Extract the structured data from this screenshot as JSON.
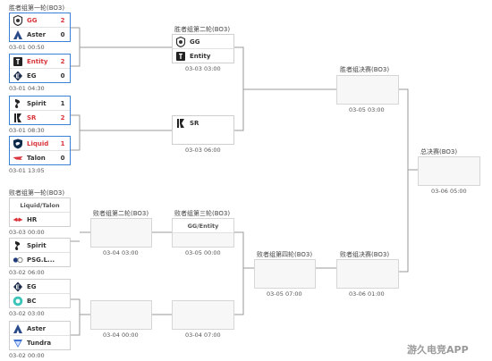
{
  "sections": {
    "upper_r1": "胜者组第一轮(BO3)",
    "upper_r2": "胜者组第二轮(BO3)",
    "upper_final": "胜者组决赛(BO3)",
    "grand_final": "总决赛(BO3)",
    "lower_r1": "败者组第一轮(BO3)",
    "lower_r2": "败者组第二轮(BO3)",
    "lower_r3": "败者组第三轮(BO3)",
    "lower_r4": "败者组第四轮(BO3)",
    "lower_final": "败者组决赛(BO3)"
  },
  "upper_r1": [
    {
      "t1": "GG",
      "s1": "2",
      "t2": "Aster",
      "s2": "0",
      "time": "03-01 00:50"
    },
    {
      "t1": "Entity",
      "s1": "2",
      "t2": "EG",
      "s2": "0",
      "time": "03-01 04:30"
    },
    {
      "t1": "Spirit",
      "s1": "1",
      "t2": "SR",
      "s2": "2",
      "time": "03-01 08:30"
    },
    {
      "t1": "Liquid",
      "s1": "1",
      "t2": "Talon",
      "s2": "0",
      "time": "03-01 13:05"
    }
  ],
  "upper_r2": [
    {
      "t1": "GG",
      "t2": "Entity",
      "time": "03-03 03:00"
    },
    {
      "t1": "SR",
      "time": "03-03 06:00"
    }
  ],
  "upper_final": {
    "time": "03-05 03:00"
  },
  "grand_final": {
    "time": "03-06 05:00"
  },
  "lower_r1": [
    {
      "header": "Liquid/Talon",
      "t2": "HR",
      "time": "03-03 00:00"
    },
    {
      "t1": "Spirit",
      "t2": "PSG.L...",
      "time": "03-02 06:00"
    },
    {
      "t1": "EG",
      "t2": "BC",
      "time": "03-02 03:00"
    },
    {
      "t1": "Aster",
      "t2": "Tundra",
      "time": "03-02 00:00"
    }
  ],
  "lower_r2": [
    {
      "time": "03-04 03:00"
    },
    {
      "time": "03-04 00:00"
    }
  ],
  "lower_r3": [
    {
      "header": "GG/Entity",
      "time": "03-05 00:00"
    },
    {
      "time": "03-04 07:00"
    }
  ],
  "lower_r4": {
    "time": "03-05 07:00"
  },
  "lower_final": {
    "time": "03-06 01:00"
  },
  "watermark": "游久电竞APP",
  "colors": {
    "winner_border": "#3b82d6",
    "win_score": "#d9353b",
    "line": "#9a9a9a"
  }
}
